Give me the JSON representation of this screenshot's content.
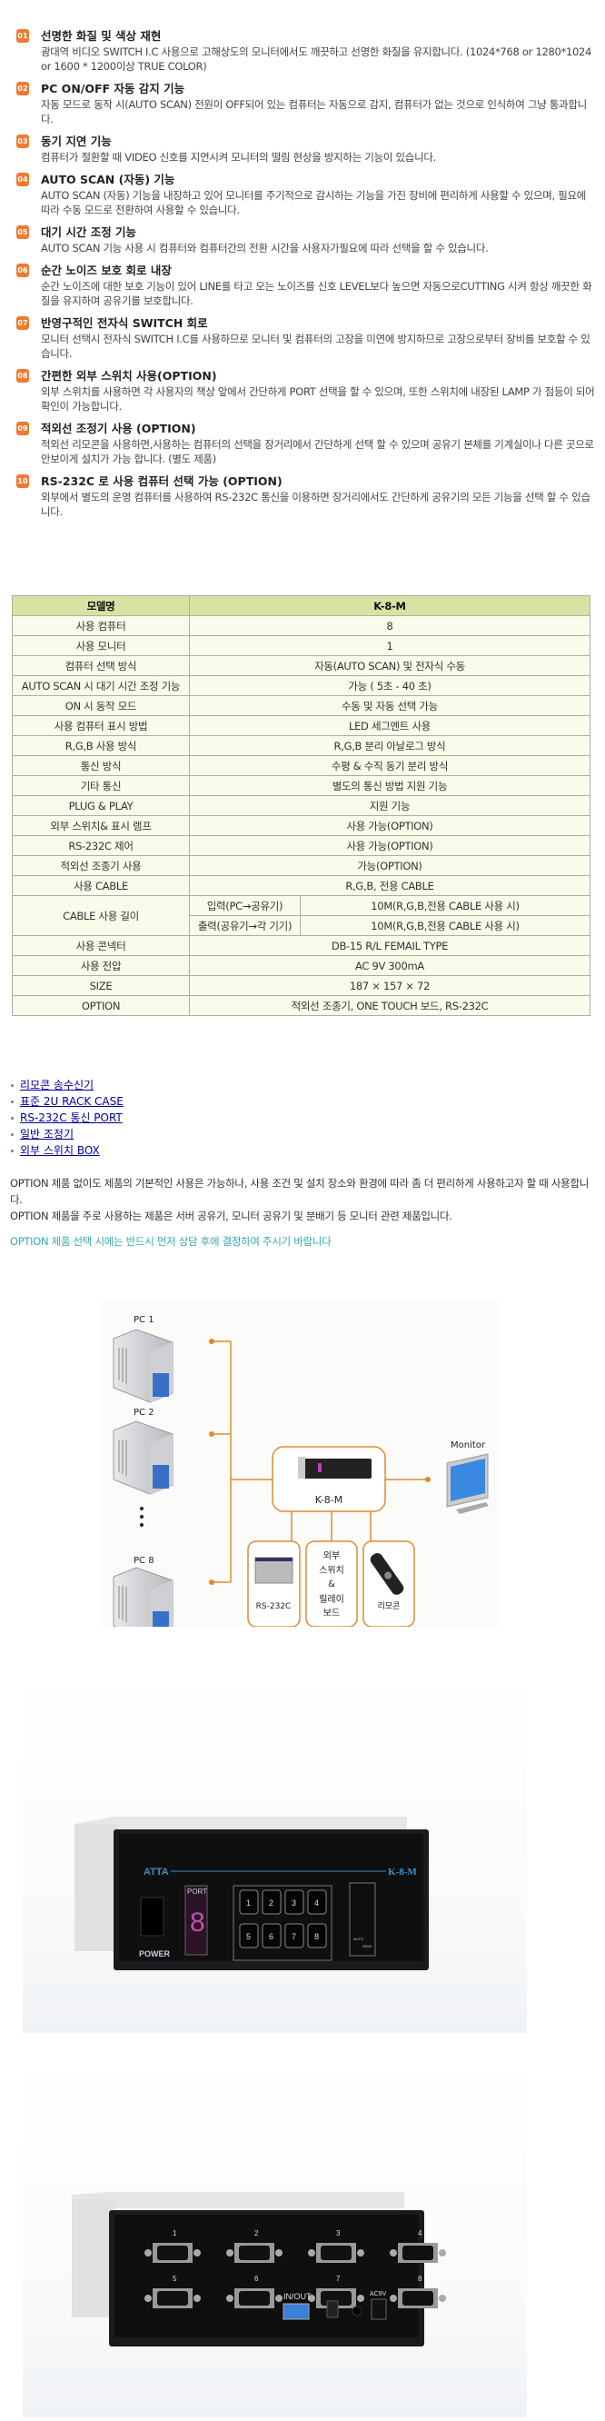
{
  "features": [
    {
      "num": "01",
      "title": "선명한 화질 및 색상 재현",
      "body": "광대역 비디오 SWITCH I.C 사용으로 고해상도의 모니터에서도 깨끗하고 선명한 화질을 유지합니다. (1024*768 or 1280*1024 or 1600 * 1200이상 TRUE COLOR)"
    },
    {
      "num": "02",
      "title": "PC ON/OFF 자동 감지 기능",
      "body": "자동 모드로 동작 시(AUTO SCAN) 전원이 OFF되어 있는 컴퓨터는 자동으로 감지, 컴퓨터가 없는 것으로 인식하여 그냥 통과합니다."
    },
    {
      "num": "03",
      "title": "동기 지연 기능",
      "body": "컴퓨터가 절환할 때 VIDEO 신호를 지연시켜 모니터의 떨림 현상을 방지하는 기능이 있습니다."
    },
    {
      "num": "04",
      "title": "AUTO SCAN (자동) 기능",
      "body": "AUTO SCAN (자동) 기능을 내장하고 있어 모니터를 주기적으로 감시하는 기능을 가진 장비에 편리하게 사용할 수 있으며, 필요에 따라 수동 모드로 전환하여 사용할 수 있습니다."
    },
    {
      "num": "05",
      "title": "대기 시간 조정 기능",
      "body": "AUTO SCAN 기능 사용 시 컴퓨터와 컴퓨터간의 전환 시간을 사용자가필요에 따라 선택을 할 수 있습니다."
    },
    {
      "num": "06",
      "title": "순간 노이즈 보호 회로 내장",
      "body": "순간 노이즈에 대한 보호 기능이 있어 LINE를 타고 오는 노이즈를 신호 LEVEL보다 높으면 자동으로CUTTING 시켜 항상 깨끗한 화질을 유지하며 공유기를 보호합니다."
    },
    {
      "num": "07",
      "title": "반영구적인 전자식 SWITCH 회로",
      "body": "모니터 선택시 전자식 SWITCH I.C를 사용하므로 모니터 및 컴퓨터의 고장을 미연에 방지하므로 고장으로부터 장비를 보호할 수 있습니다."
    },
    {
      "num": "08",
      "title": "간편한 외부 스위치 사용(OPTION)",
      "body": "외부 스위치를 사용하면 각 사용자의 책상 앞에서 간단하게 PORT 선택을 할 수 있으며, 또한 스위치에 내장된 LAMP 가 점등이 되어 확인이 가능합니다."
    },
    {
      "num": "09",
      "title": "적외선 조정기 사용 (OPTION)",
      "body": "적외선 리모콘을 사용하면,사용하는 컴퓨터의 선택을 장거리에서 간단하게 선택 할 수 있으며 공유기 본체를 기계실이나 다른 곳으로 안보이게 설치가 가능 합니다. (별도 제품)"
    },
    {
      "num": "10",
      "title": "RS-232C 로 사용 컴퓨터 선택 가능 (OPTION)",
      "body": "외부에서 별도의 운영 컴퓨터를 사용하여 RS-232C 통신을 이용하면 장거리에서도 간단하게 공유기의 모든 기능을 선택 할 수 있습니다."
    }
  ],
  "spec": {
    "header": [
      "모델명",
      "K-8-M"
    ],
    "rows": [
      [
        "사용 컴퓨터",
        "8"
      ],
      [
        "사용 모니터",
        "1"
      ],
      [
        "컴퓨터 선택 방식",
        "자동(AUTO SCAN) 및 전자식 수동"
      ],
      [
        "AUTO SCAN 시 대기 시간 조정 기능",
        "가능 ( 5초 - 40 초)"
      ],
      [
        "ON 시 동작 모드",
        "수동 및 자동 선택 가능"
      ],
      [
        "사용 컴퓨터 표시 방법",
        "LED 세그멘트 사용"
      ],
      [
        "R,G,B 사용 방식",
        "R,G,B 분리 아날로그 방식"
      ],
      [
        "통신 방식",
        "수평 & 수직 동기 분리 방식"
      ],
      [
        "기타 통신",
        "별도의 통신 방법 지원 기능"
      ],
      [
        "PLUG & PLAY",
        "지원 기능"
      ],
      [
        "외부 스위치& 표시 램프",
        "사용 가능(OPTION)"
      ],
      [
        "RS-232C 제어",
        "사용 가능(OPTION)"
      ],
      [
        "적외선 조종기 사용",
        "가능(OPTION)"
      ],
      [
        "사용 CABLE",
        "R,G,B, 전용 CABLE"
      ]
    ],
    "cable": {
      "label": "CABLE 사용 길이",
      "in_label": "입력(PC→공유기)",
      "in_value": "10M(R,G,B,전용 CABLE 사용 시)",
      "out_label": "출력(공유기→각 기기)",
      "out_value": "10M(R,G,B,전용 CABLE 사용 시)"
    },
    "rows2": [
      [
        "사용 콘넥터",
        "DB-15 R/L FEMAIL TYPE"
      ],
      [
        "사용 전압",
        "AC 9V 300mA"
      ],
      [
        "SIZE",
        "187 × 157 × 72"
      ],
      [
        "OPTION",
        "적외선 조종기, ONE TOUCH 보드, RS-232C"
      ]
    ]
  },
  "options": {
    "links": [
      "리모콘 송수신기",
      "표준 2U RACK CASE",
      "RS-232C 통신 PORT",
      "일반 조정기",
      "외부 스위치 BOX"
    ],
    "para1": "OPTION 제품 없이도 제품의 기본적인 사용은 가능하나, 사용 조건 및 설치 장소와 환경에 따라 좀 더 편리하게 사용하고자 할 때 사용합니다.",
    "para2": "OPTION 제품을 주로 사용하는 제품은 서버 공유기, 모니터 공유기 및 분배기 등 모니터 관련 제품입니다.",
    "note": "OPTION 제품 선택 시에는 반드시 먼저 상담 후에 결정하여 주시기 바랍니다",
    "note_color": "#33aaaa"
  },
  "diagram": {
    "pcs": [
      "PC 1",
      "PC 2",
      "PC 8"
    ],
    "device": "K-8-M",
    "monitor": "Monitor",
    "rs232": "RS-232C",
    "switch_lines": [
      "외부",
      "스위치",
      "&",
      "릴레이",
      "보드"
    ],
    "remote": "리모콘",
    "line_color": "#e08a30"
  },
  "photo_front": {
    "brand": "ATTA",
    "model": "K-8-M",
    "port": "PORT",
    "digit": "8",
    "power": "POWER",
    "keys": [
      "1",
      "2",
      "3",
      "4",
      "5",
      "6",
      "7",
      "8"
    ],
    "auto": "AUTO",
    "semi": "SEMI"
  },
  "photo_back": {
    "ports": [
      "1",
      "2",
      "3",
      "4",
      "5",
      "6",
      "7",
      "8"
    ],
    "inout": "IN/OUT",
    "ac": "AC9V"
  }
}
